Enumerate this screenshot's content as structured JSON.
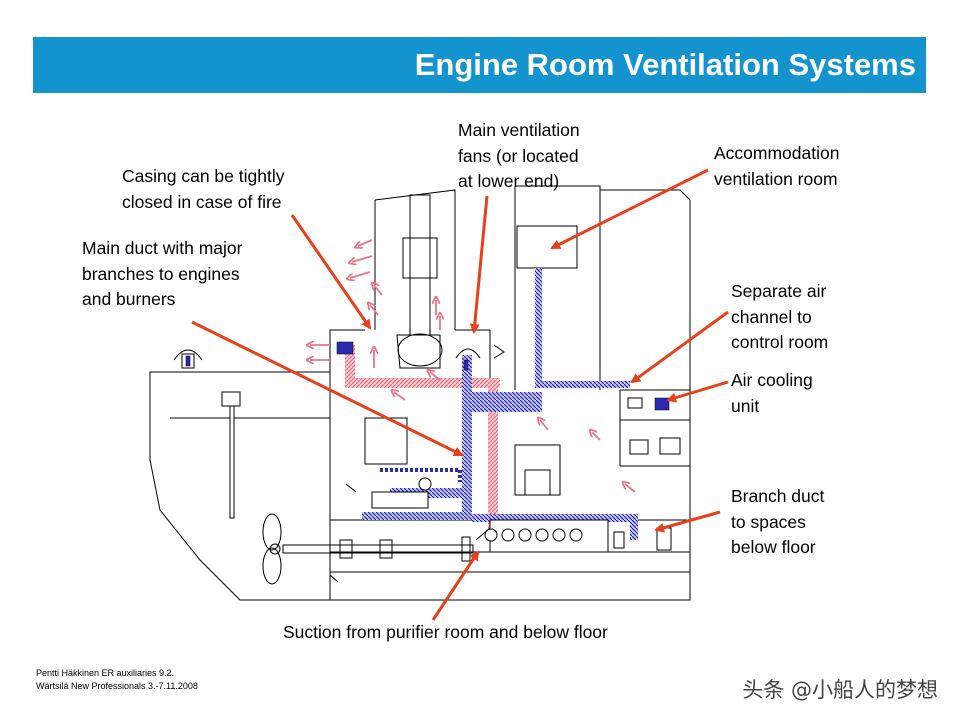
{
  "title": "Engine Room Ventilation Systems",
  "labels": {
    "casing": "Casing can be tightly\nclosed in case of fire",
    "main_fans": "Main ventilation\nfans (or located\nat lower end)",
    "accommodation": "Accommodation\nventilation room",
    "main_duct": "Main duct with major\nbranches to engines\nand burners",
    "separate_channel": "Separate air\nchannel to\ncontrol room",
    "air_cooling": "Air cooling\nunit",
    "branch_duct": "Branch duct\nto spaces\nbelow floor",
    "suction": "Suction from purifier room and below floor"
  },
  "footer": "Pentti Häkkinen ER auxiliaries 9.2.\nWärtsilä New Professionals 3.-7.11.2008",
  "watermark": "头条 @小船人的梦想",
  "colors": {
    "banner": "#1494cf",
    "pointer_arrows": "#e8401c",
    "supply_duct": "#e06a7a",
    "exhaust_duct": "#2a2ab0",
    "air_flow_arrows": "#e8758a"
  }
}
